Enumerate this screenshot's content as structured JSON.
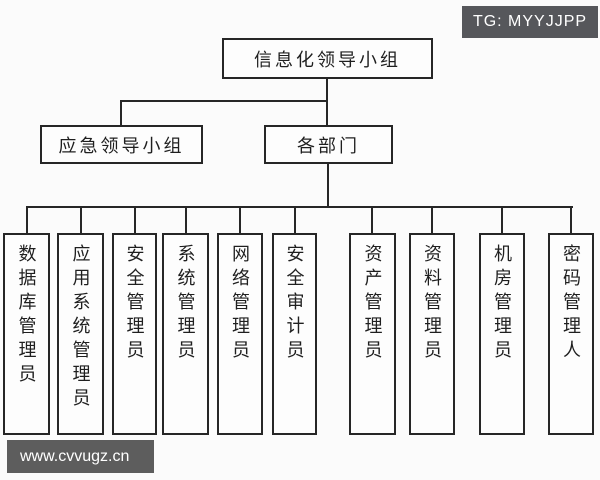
{
  "overlays": {
    "tg_badge": "TG: MYYJJPP",
    "site_watermark": "www.cvvugz.cn"
  },
  "colors": {
    "line": "#262626",
    "badge_bg": "#56575b",
    "watermark_bg": "#5d5d5d",
    "background": "#fbfbfb",
    "text": "#1f1f1f"
  },
  "org": {
    "root": "信息化领导小组",
    "level2": [
      {
        "label": "应急领导小组"
      },
      {
        "label": "各部门"
      }
    ],
    "roles": [
      "数据库管理员",
      "应用系统管理员",
      "安全管理员",
      "系统管理员",
      "网络管理员",
      "安全审计员",
      "资产管理员",
      "资料管理员",
      "机房管理员",
      "密码管理人"
    ]
  }
}
